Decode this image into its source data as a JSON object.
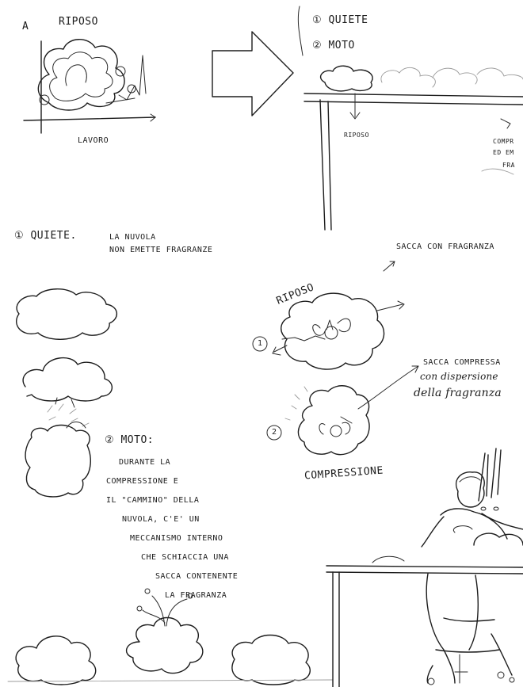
{
  "panel_a": {
    "letter": "A",
    "title": "RIPOSO",
    "axis_label": "LAVORO"
  },
  "states": {
    "item1": "① QUIETE",
    "item2": "② MOTO",
    "riposo_small": "RIPOSO",
    "compr_partial_1": "COMPR",
    "compr_partial_2": "ED EM",
    "compr_partial_3": "FRA"
  },
  "quiete_section": {
    "heading": "① QUIETE.",
    "line1": "LA NUVOLA",
    "line2": "NON EMETTE FRAGRANZE"
  },
  "moto_section": {
    "heading": "② MOTO:",
    "lines": [
      "DURANTE LA",
      "COMPRESSIONE E",
      "IL \"CAMMINO\" DELLA",
      "NUVOLA, C'E' UN",
      "MECCANISMO INTERNO",
      "CHE SCHIACCIA UNA",
      "SACCA CONTENENTE",
      "LA FRAGRANZA"
    ]
  },
  "diagram": {
    "riposo_label": "RIPOSO",
    "sacca_fragranza": "SACCA CON FRAGRANZA",
    "num1": "1",
    "num2": "2",
    "sacca_compressa_1": "SACCA COMPRESSA",
    "sacca_compressa_2": "con dispersione",
    "sacca_compressa_3": "della fragranza",
    "compressione_label": "COMPRESSIONE"
  },
  "exclamation": "!!"
}
